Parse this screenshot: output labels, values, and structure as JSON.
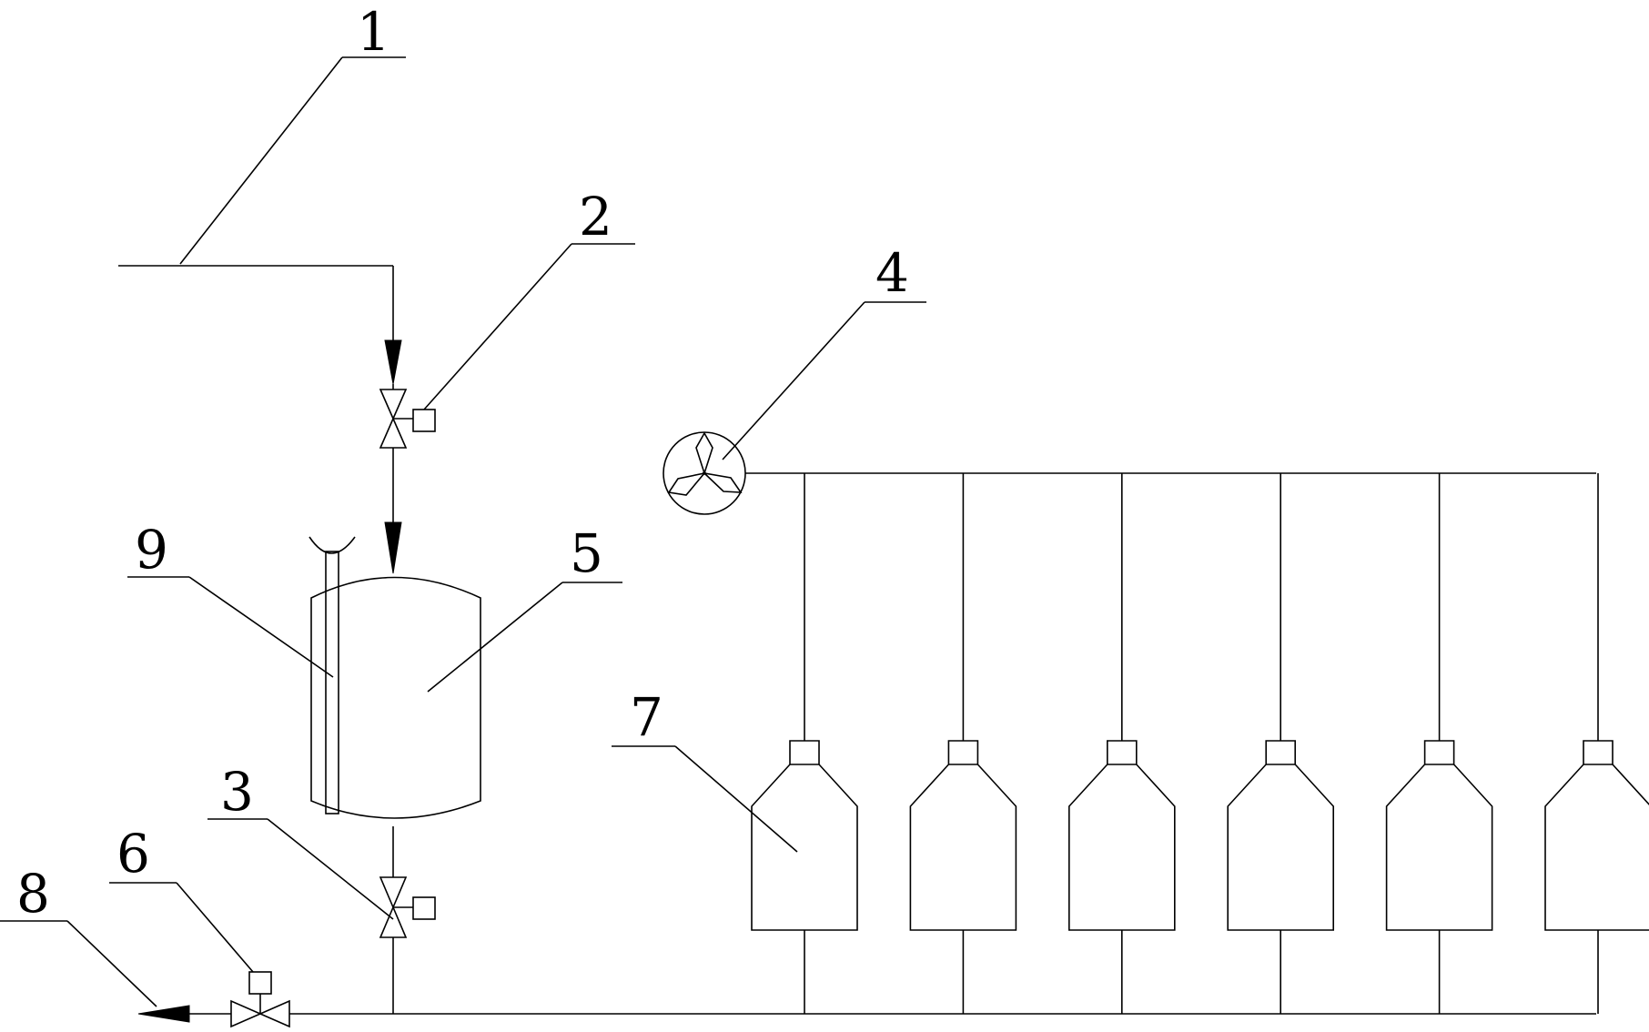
{
  "labels": {
    "n1": "1",
    "n2": "2",
    "n3": "3",
    "n4": "4",
    "n5": "5",
    "n6": "6",
    "n7": "7",
    "n8": "8",
    "n9": "9"
  },
  "vessel_count": 6
}
